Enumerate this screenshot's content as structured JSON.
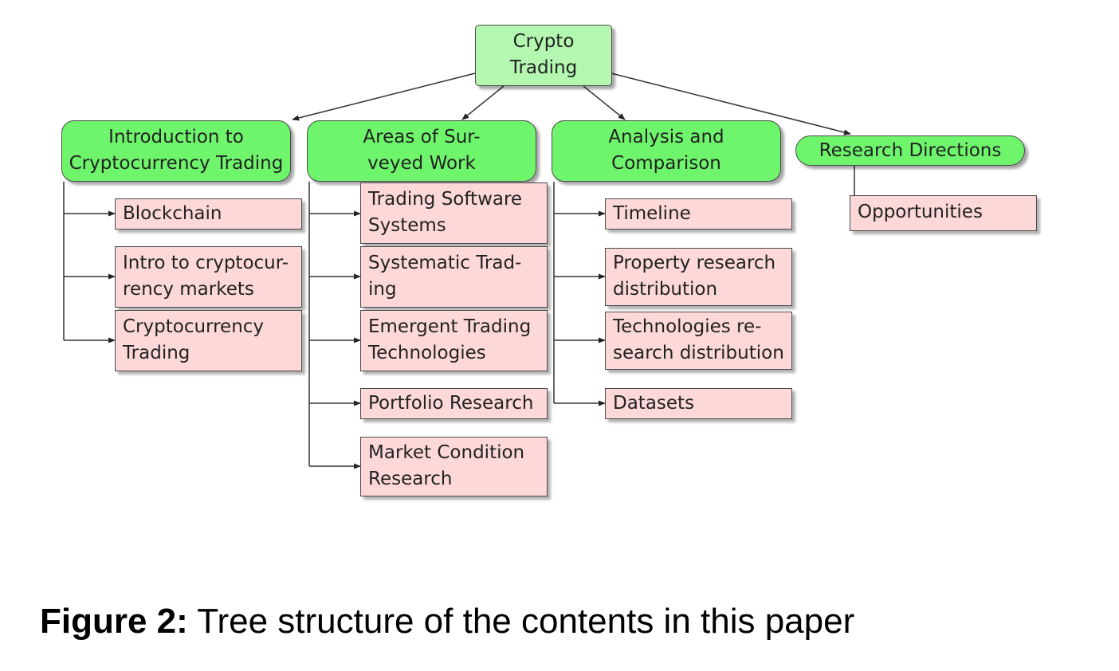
{
  "root": {
    "line1": "Crypto",
    "line2": "Trading"
  },
  "categories": [
    {
      "line1": "Introduction to",
      "line2": "Cryptocurrency Trading",
      "children": [
        {
          "line1": "Blockchain",
          "line2": ""
        },
        {
          "line1": "Intro to cryptocur-",
          "line2": "rency markets"
        },
        {
          "line1": "Cryptocurrency",
          "line2": "Trading"
        }
      ]
    },
    {
      "line1": "Areas of Sur-",
      "line2": "veyed Work",
      "children": [
        {
          "line1": "Trading Software",
          "line2": "Systems"
        },
        {
          "line1": "Systematic Trad-",
          "line2": "ing"
        },
        {
          "line1": "Emergent Trading",
          "line2": "Technologies"
        },
        {
          "line1": "Portfolio Research",
          "line2": ""
        },
        {
          "line1": "Market Condition",
          "line2": "Research"
        }
      ]
    },
    {
      "line1": "Analysis and",
      "line2": "Comparison",
      "children": [
        {
          "line1": "Timeline",
          "line2": ""
        },
        {
          "line1": "Property research",
          "line2": "distribution"
        },
        {
          "line1": "Technologies re-",
          "line2": "search distribution"
        },
        {
          "line1": "Datasets",
          "line2": ""
        }
      ]
    },
    {
      "line1": "Research Directions",
      "line2": "",
      "children": [
        {
          "line1": "Opportunities",
          "line2": ""
        }
      ]
    }
  ],
  "caption": {
    "label": "Figure 2:",
    "text": " Tree structure of the contents in this paper"
  }
}
